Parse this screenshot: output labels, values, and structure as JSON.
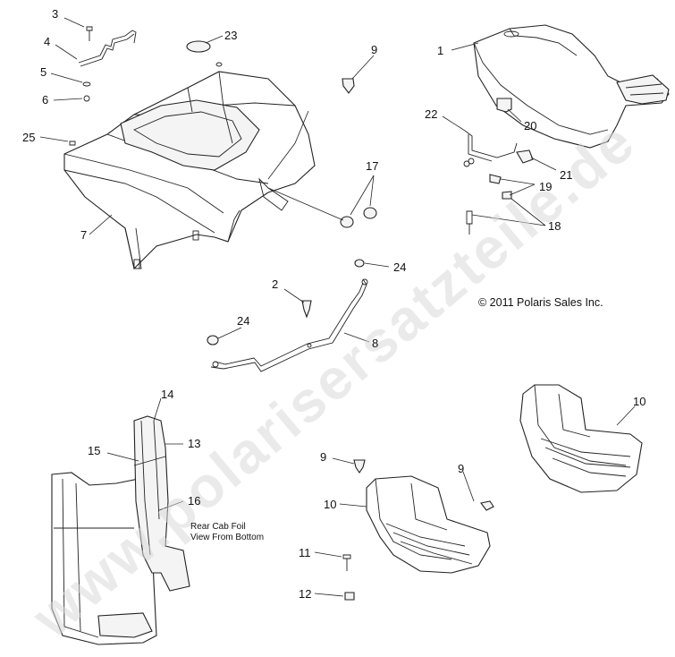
{
  "copyright": "© 2011 Polaris Sales Inc.",
  "watermark": "www.polarisersatzteile.de",
  "view_note": {
    "line1": "Rear Cab Foil",
    "line2": "View From Bottom"
  },
  "callouts": {
    "c1": "1",
    "c2": "2",
    "c3": "3",
    "c4": "4",
    "c5": "5",
    "c6": "6",
    "c7": "7",
    "c8": "8",
    "c9a": "9",
    "c9b": "9",
    "c9c": "9",
    "c10a": "10",
    "c10b": "10",
    "c11": "11",
    "c12": "12",
    "c13": "13",
    "c14": "14",
    "c15": "15",
    "c16": "16",
    "c17": "17",
    "c18": "18",
    "c19": "19",
    "c20": "20",
    "c21": "21",
    "c22": "22",
    "c23": "23",
    "c24a": "24",
    "c24b": "24",
    "c25": "25"
  }
}
